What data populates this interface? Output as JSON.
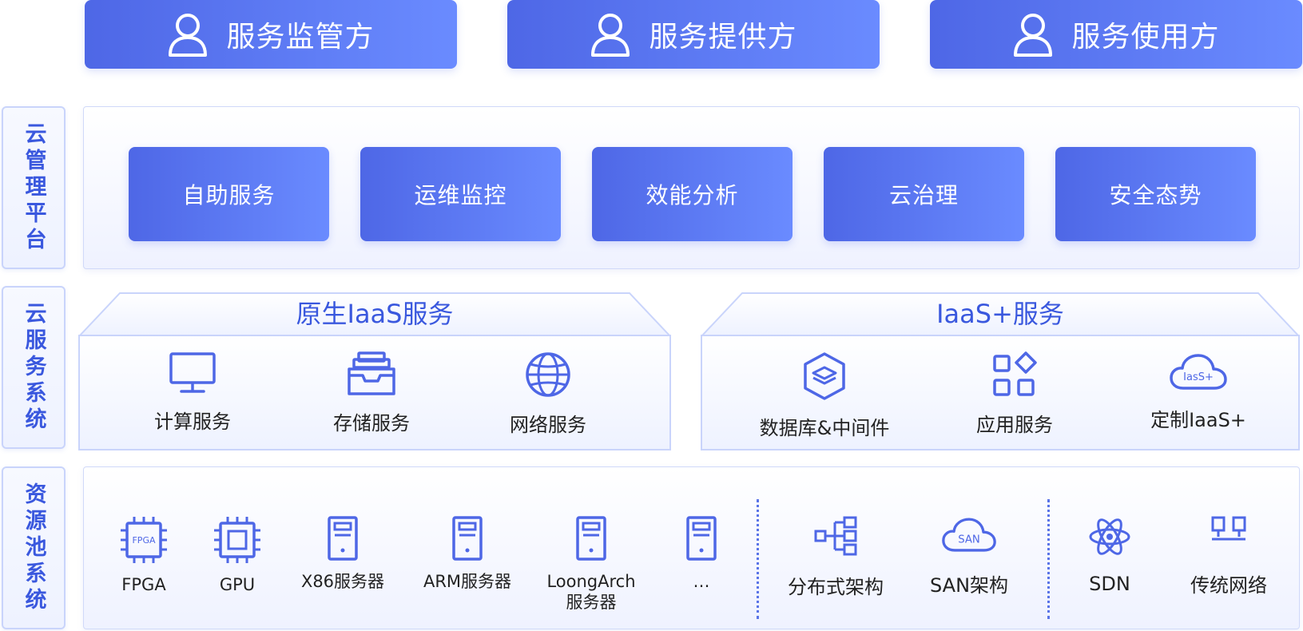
{
  "roles": [
    {
      "label": "服务监管方",
      "icon": "user-icon"
    },
    {
      "label": "服务提供方",
      "icon": "user-icon"
    },
    {
      "label": "服务使用方",
      "icon": "user-icon"
    }
  ],
  "layers": {
    "platform": "云管理平台",
    "services": "云服务系统",
    "resources": "资源池系统"
  },
  "platform_items": [
    "自助服务",
    "运维监控",
    "效能分析",
    "云治理",
    "安全态势"
  ],
  "native_iaas": {
    "title": "原生IaaS服务",
    "items": [
      {
        "label": "计算服务",
        "icon": "monitor-icon"
      },
      {
        "label": "存储服务",
        "icon": "storage-tray-icon"
      },
      {
        "label": "网络服务",
        "icon": "globe-icon"
      }
    ]
  },
  "iaas_plus": {
    "title": "IaaS+服务",
    "items": [
      {
        "label": "数据库&中间件",
        "icon": "layers-hexagon-icon"
      },
      {
        "label": "应用服务",
        "icon": "apps-grid-icon"
      },
      {
        "label": "定制IaaS+",
        "icon": "cloud-iaas-icon",
        "badge": "IasS+"
      }
    ]
  },
  "resources": {
    "compute": [
      {
        "label": "FPGA",
        "icon": "fpga-chip-icon",
        "chip_text": "FPGA"
      },
      {
        "label": "GPU",
        "icon": "gpu-chip-icon"
      },
      {
        "label": "X86服务器",
        "icon": "server-icon"
      },
      {
        "label": "ARM服务器",
        "icon": "server-icon"
      },
      {
        "label": "LoongArch",
        "label2": "服务器",
        "icon": "server-icon"
      },
      {
        "label": "…",
        "icon": "server-icon"
      }
    ],
    "storage": [
      {
        "label": "分布式架构",
        "icon": "tree-structure-icon"
      },
      {
        "label": "SAN架构",
        "icon": "cloud-san-icon",
        "badge": "SAN"
      }
    ],
    "network": [
      {
        "label": "SDN",
        "icon": "atom-icon"
      },
      {
        "label": "传统网络",
        "icon": "network-boxes-icon"
      }
    ]
  },
  "colors": {
    "primary": "#4e67e6",
    "accent": "#6a8bff",
    "label": "#3a58de"
  }
}
